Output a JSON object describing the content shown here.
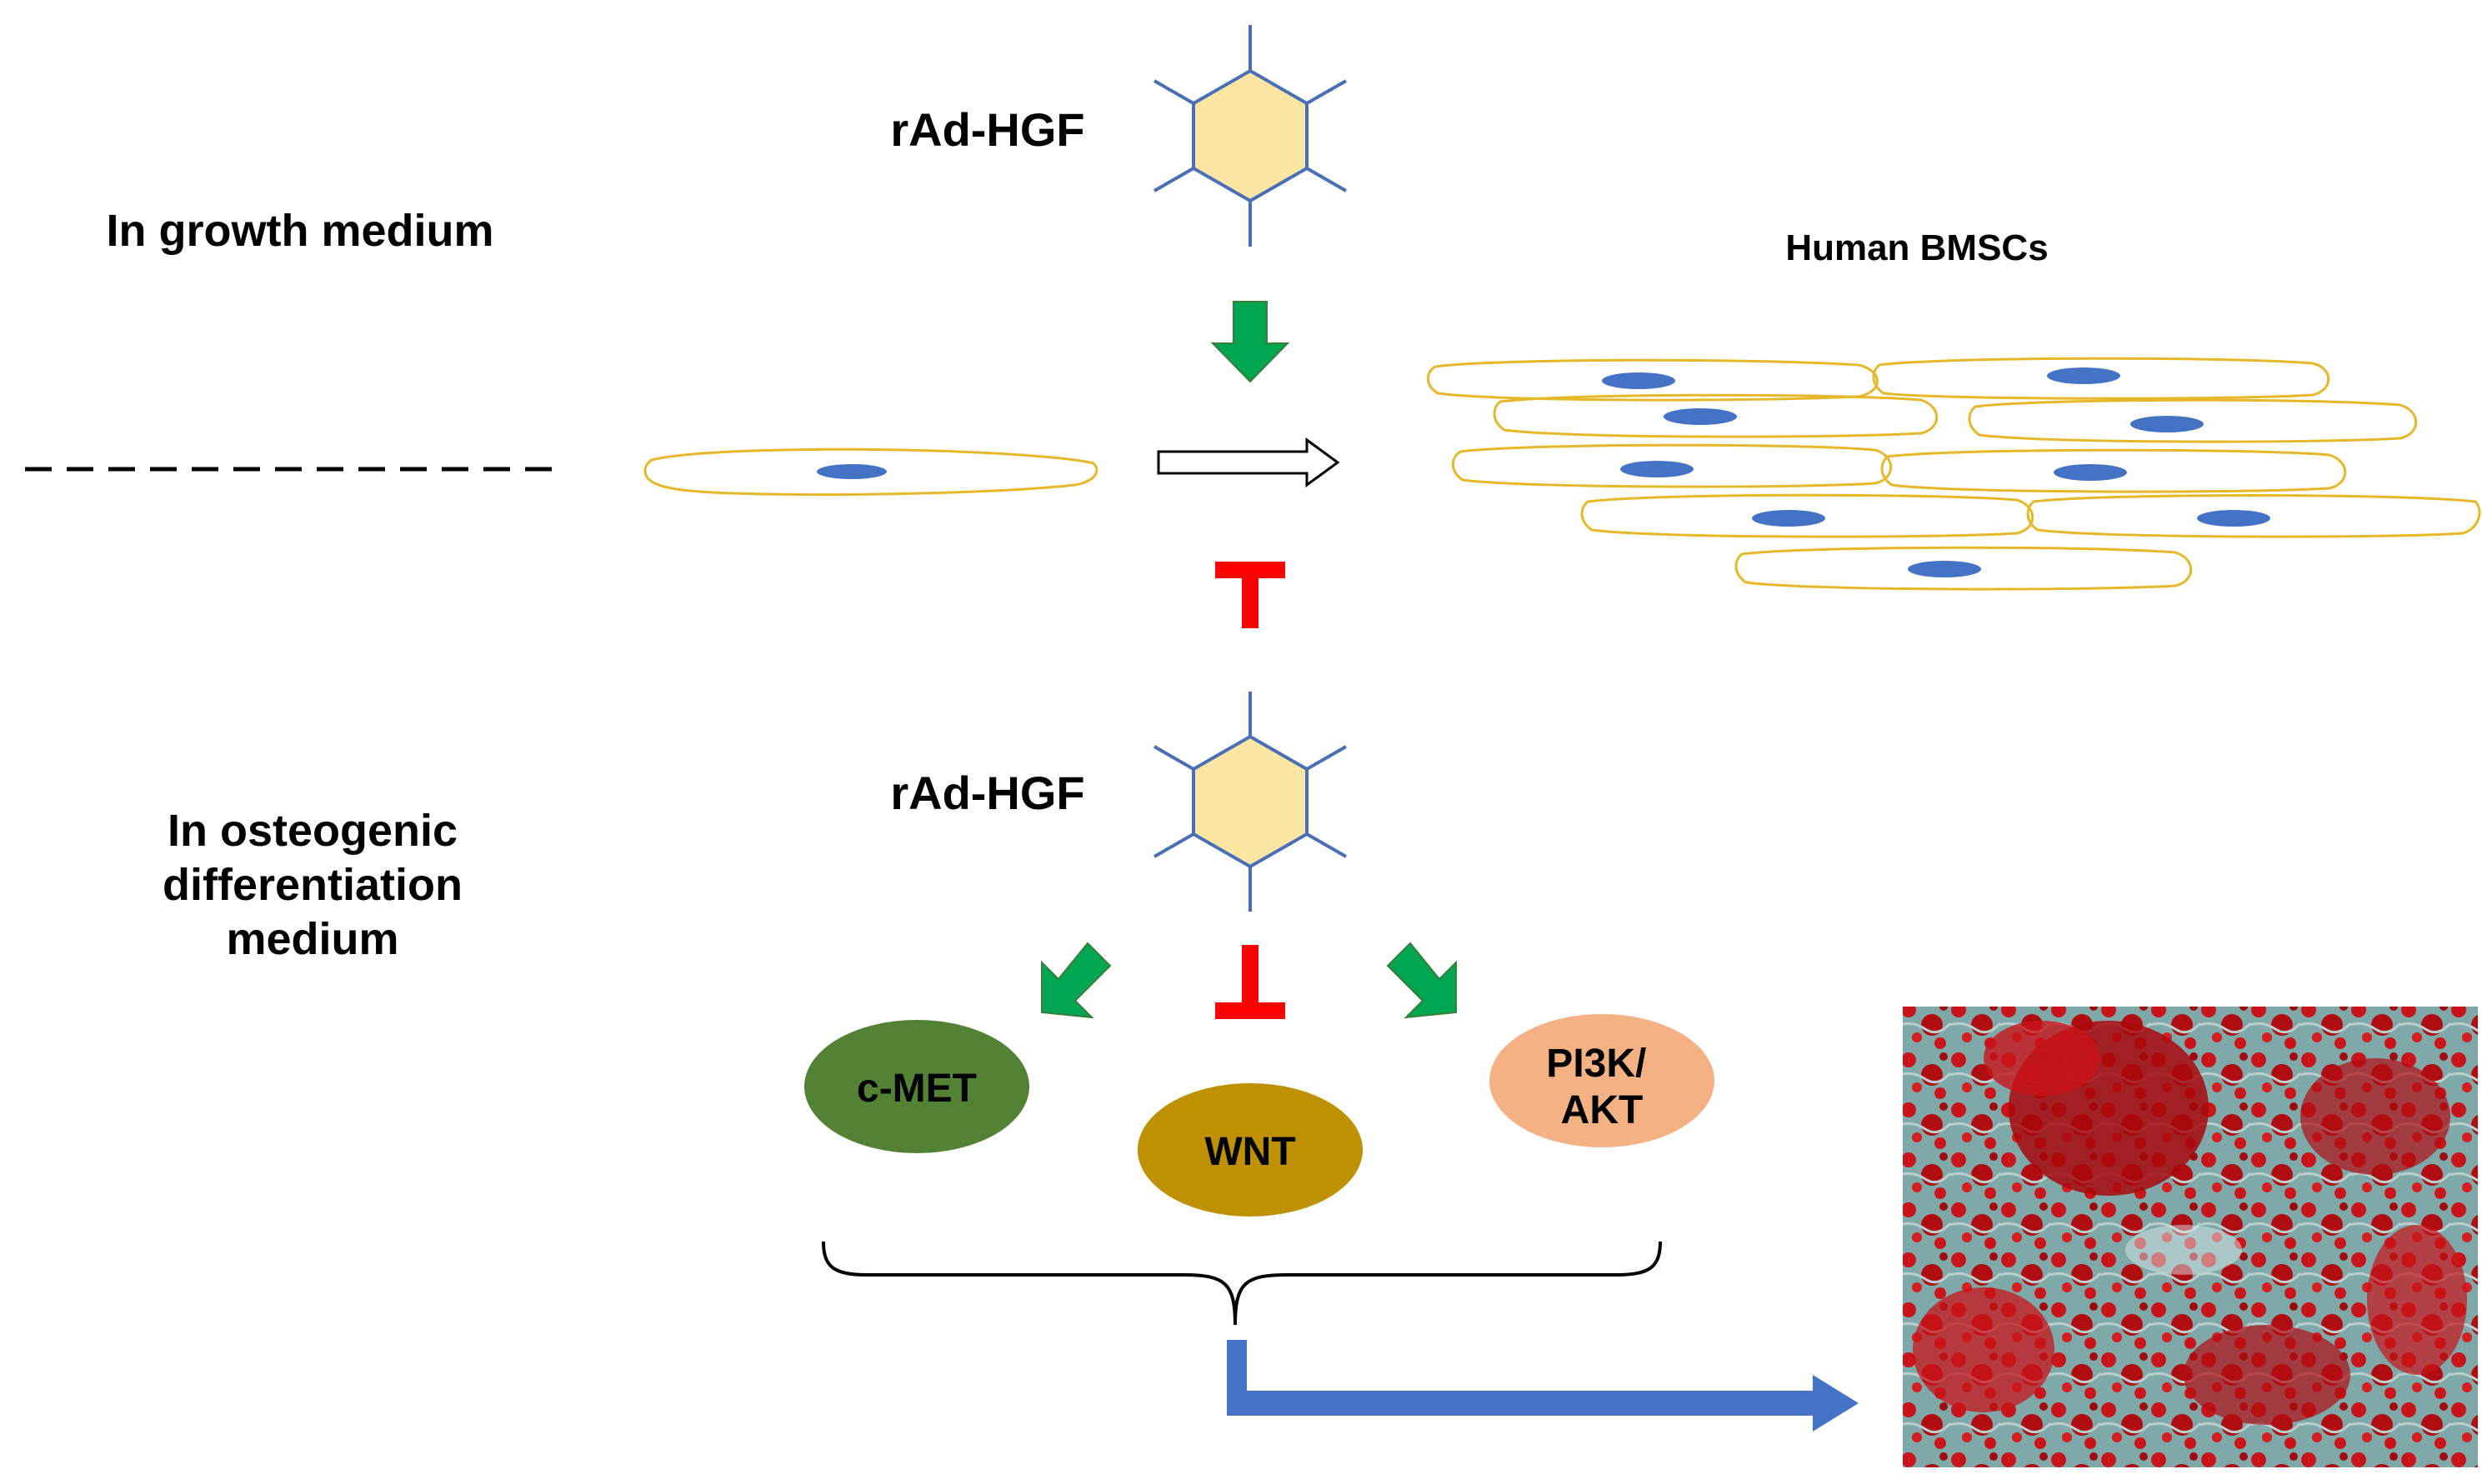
{
  "upper_condition": "In growth medium",
  "lower_condition": "In osteogenic differentiation medium",
  "vector_top": "rAd-HGF",
  "vector_bottom": "rAd-HGF",
  "cell_label": "Human BMSCs",
  "pathways": {
    "cmet": "c-MET",
    "wnt": "WNT",
    "pi3k_akt": "PI3K/ AKT"
  },
  "colors": {
    "hexagon_fill": "#fde6a3",
    "spike": "#4a6fb5",
    "green_arrow": "#00a651",
    "inhibit_red": "#ff0000",
    "cell_outline": "#e6b829",
    "nucleus": "#4472c4",
    "cmet_fill": "#548235",
    "wnt_fill": "#bf9000",
    "pi3k_fill": "#f4b183",
    "blue_arrow": "#4472c4"
  },
  "icons": {
    "mineralized_stain_image": "alizarin-red-stained-culture-micrograph"
  }
}
